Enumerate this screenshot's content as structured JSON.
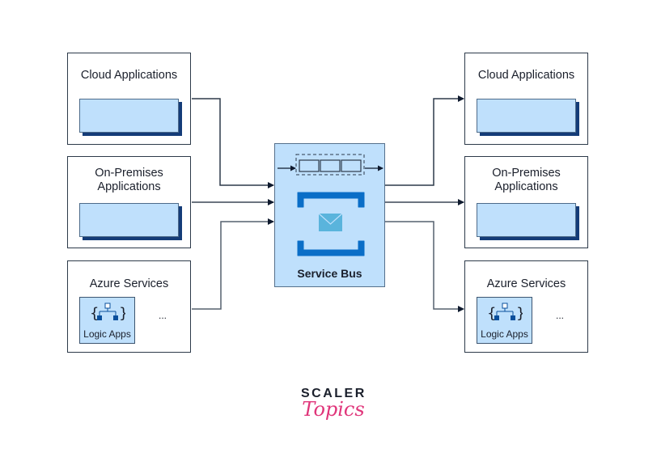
{
  "left_panels": [
    {
      "title": "Cloud Applications",
      "kind": "app"
    },
    {
      "title": "On-Premises Applications",
      "kind": "app"
    },
    {
      "title": "Azure Services",
      "kind": "services",
      "service_label": "Logic Apps",
      "more": "..."
    }
  ],
  "right_panels": [
    {
      "title": "Cloud Applications",
      "kind": "app"
    },
    {
      "title": "On-Premises Applications",
      "kind": "app"
    },
    {
      "title": "Azure Services",
      "kind": "services",
      "service_label": "Logic Apps",
      "more": "..."
    }
  ],
  "hub": {
    "label": "Service Bus",
    "queue_slots": 3
  },
  "logo": {
    "line1": "SCALER",
    "line2": "Topics"
  },
  "colors": {
    "box_fill": "#bfe0fc",
    "accent": "#0a6ec7",
    "shadow": "#143c78",
    "envelope": "#5ab4dc",
    "brand": "#e0357a"
  }
}
